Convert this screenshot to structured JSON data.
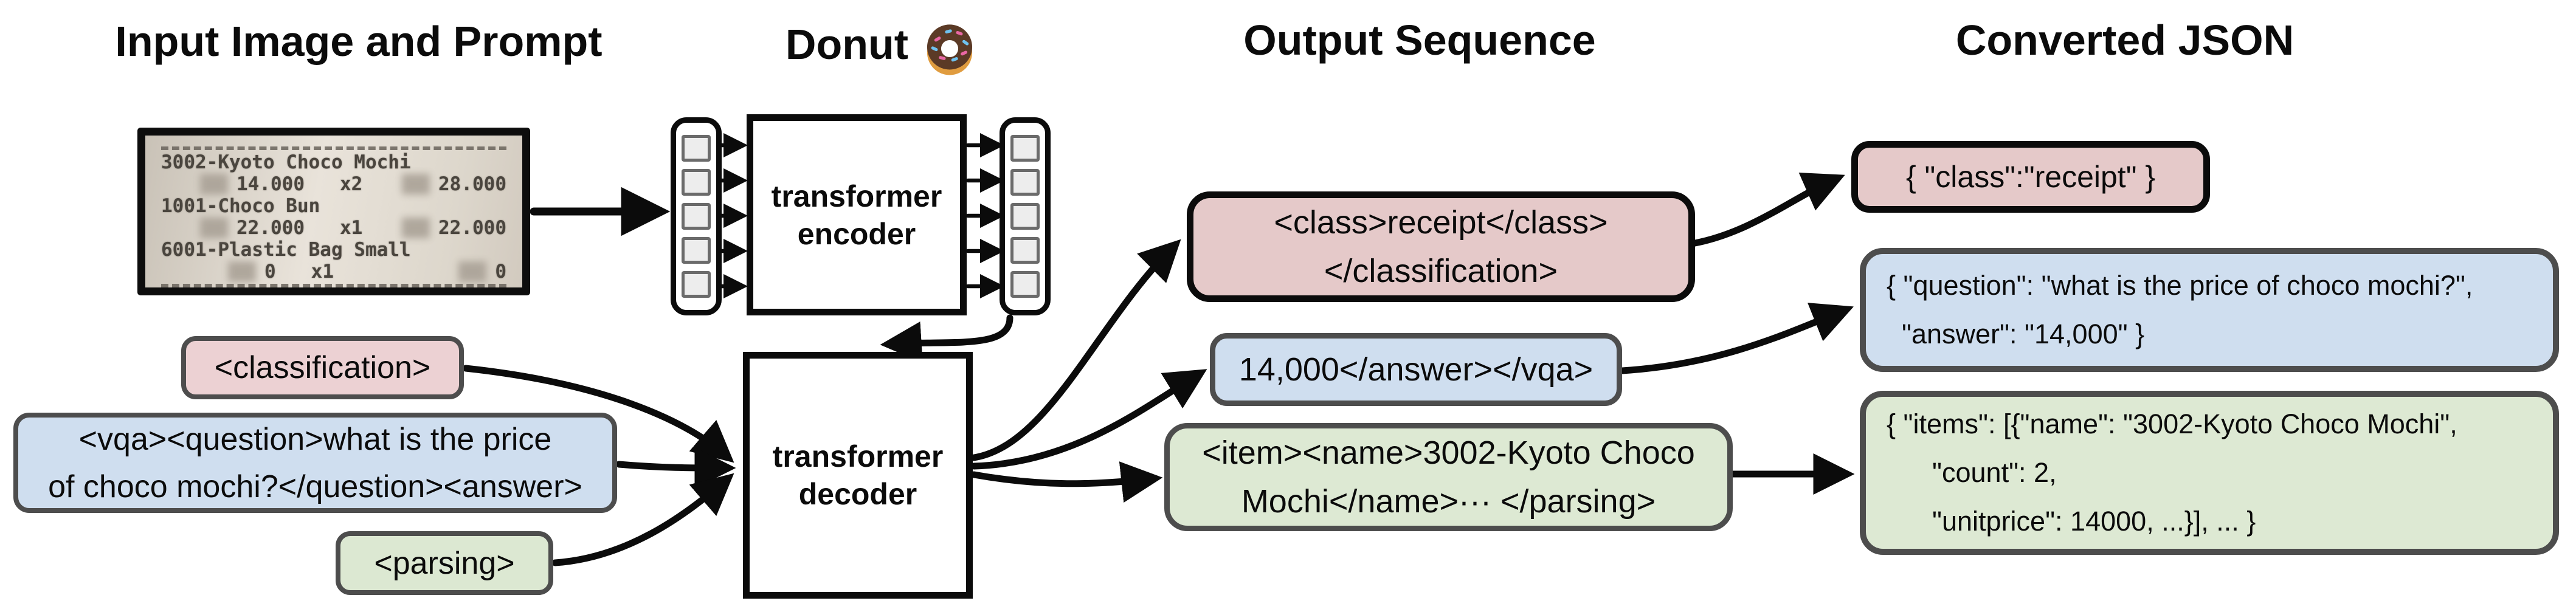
{
  "headers": {
    "input": "Input Image and Prompt",
    "model": "Donut",
    "output": "Output Sequence",
    "json": "Converted JSON"
  },
  "receipt": {
    "item1_name": "3002-Kyoto Choco Mochi",
    "item1_price": "14.000",
    "item1_qty": "x2",
    "item1_total": "28.000",
    "item2_name": "1001-Choco Bun",
    "item2_price": "22.000",
    "item2_qty": "x1",
    "item2_total": "22.000",
    "item3_name": "6001-Plastic Bag Small",
    "item3_price": "0",
    "item3_qty": "x1",
    "item3_total": "0"
  },
  "model": {
    "encoder_label": [
      "transformer",
      "encoder"
    ],
    "decoder_label": [
      "transformer",
      "decoder"
    ]
  },
  "prompts": {
    "classification": "<classification>",
    "vqa": [
      "<vqa><question>what is the price",
      "of choco mochi?</question><answer>"
    ],
    "parsing": "<parsing>"
  },
  "outputs": {
    "classification": [
      "<class>receipt</class>",
      "</classification>"
    ],
    "vqa": "14,000</answer></vqa>",
    "parsing": [
      "<item><name>3002-Kyoto Choco",
      "Mochi</name>··· </parsing>"
    ]
  },
  "json_results": {
    "classification": "{ \"class\":\"receipt\" }",
    "vqa": [
      "{ \"question\": \"what is the price of choco mochi?\",",
      "  \"answer\": \"14,000\" }"
    ],
    "parsing": [
      "{ \"items\": [{\"name\": \"3002-Kyoto Choco Mochi\",",
      "      \"count\": 2,",
      "      \"unitprice\": 14000, ...}], ... }"
    ]
  },
  "colors": {
    "classification_fill": "#ecd1d3",
    "vqa_fill": "#cfdeef",
    "parsing_fill": "#dce8d2",
    "arrow": "#0b0b0b",
    "token_fill": "#ededed"
  }
}
